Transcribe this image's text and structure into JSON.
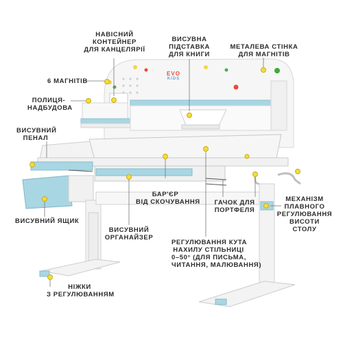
{
  "brand": {
    "logo_top": "EVO",
    "logo_bottom": "KIDS"
  },
  "labels": {
    "container": [
      "НАВІСНИЙ",
      "КОНТЕЙНЕР",
      "ДЛЯ КАНЦЕЛЯРІЇ"
    ],
    "book_stand": [
      "ВИСУВНА",
      "ПІДСТАВКА",
      "ДЛЯ КНИГИ"
    ],
    "metal_wall": [
      "МЕТАЛЕВА СТІНКА",
      "ДЛЯ МАГНІТІВ"
    ],
    "magnets": "6 МАГНІТІВ",
    "shelf": [
      "ПОЛИЦЯ-",
      "НАДБУДОВА"
    ],
    "pencil_case": [
      "ВИСУВНИЙ",
      "ПЕНАЛ"
    ],
    "barrier": [
      "БАР'ЄР",
      "ВІД СКОЧУВАННЯ"
    ],
    "hook": [
      "ГАЧОК ДЛЯ",
      "ПОРТФЕЛЯ"
    ],
    "mechanism": [
      "МЕХАНІЗМ",
      "ПЛАВНОГО",
      "РЕГУЛЮВАННЯ",
      "ВИСОТИ",
      "СТОЛУ"
    ],
    "drawer": "ВИСУВНИЙ ЯЩИК",
    "organizer": [
      "ВИСУВНИЙ",
      "ОРГАНАЙЗЕР"
    ],
    "tilt": [
      "РЕГУЛЮВАННЯ КУТА",
      "НАХИЛУ СТІЛЬНИЦІ",
      "0–50° (ДЛЯ ПИСЬМА,",
      "ЧИТАННЯ, МАЛЮВАННЯ)"
    ],
    "legs": [
      "НІЖКИ",
      "З РЕГУЛЮВАННЯМ"
    ]
  },
  "colors": {
    "accent_blue": "#a9d6e3",
    "marker_yellow": "#f4dc3b",
    "text": "#2c2c2c",
    "desk_white": "#f4f4f4"
  }
}
